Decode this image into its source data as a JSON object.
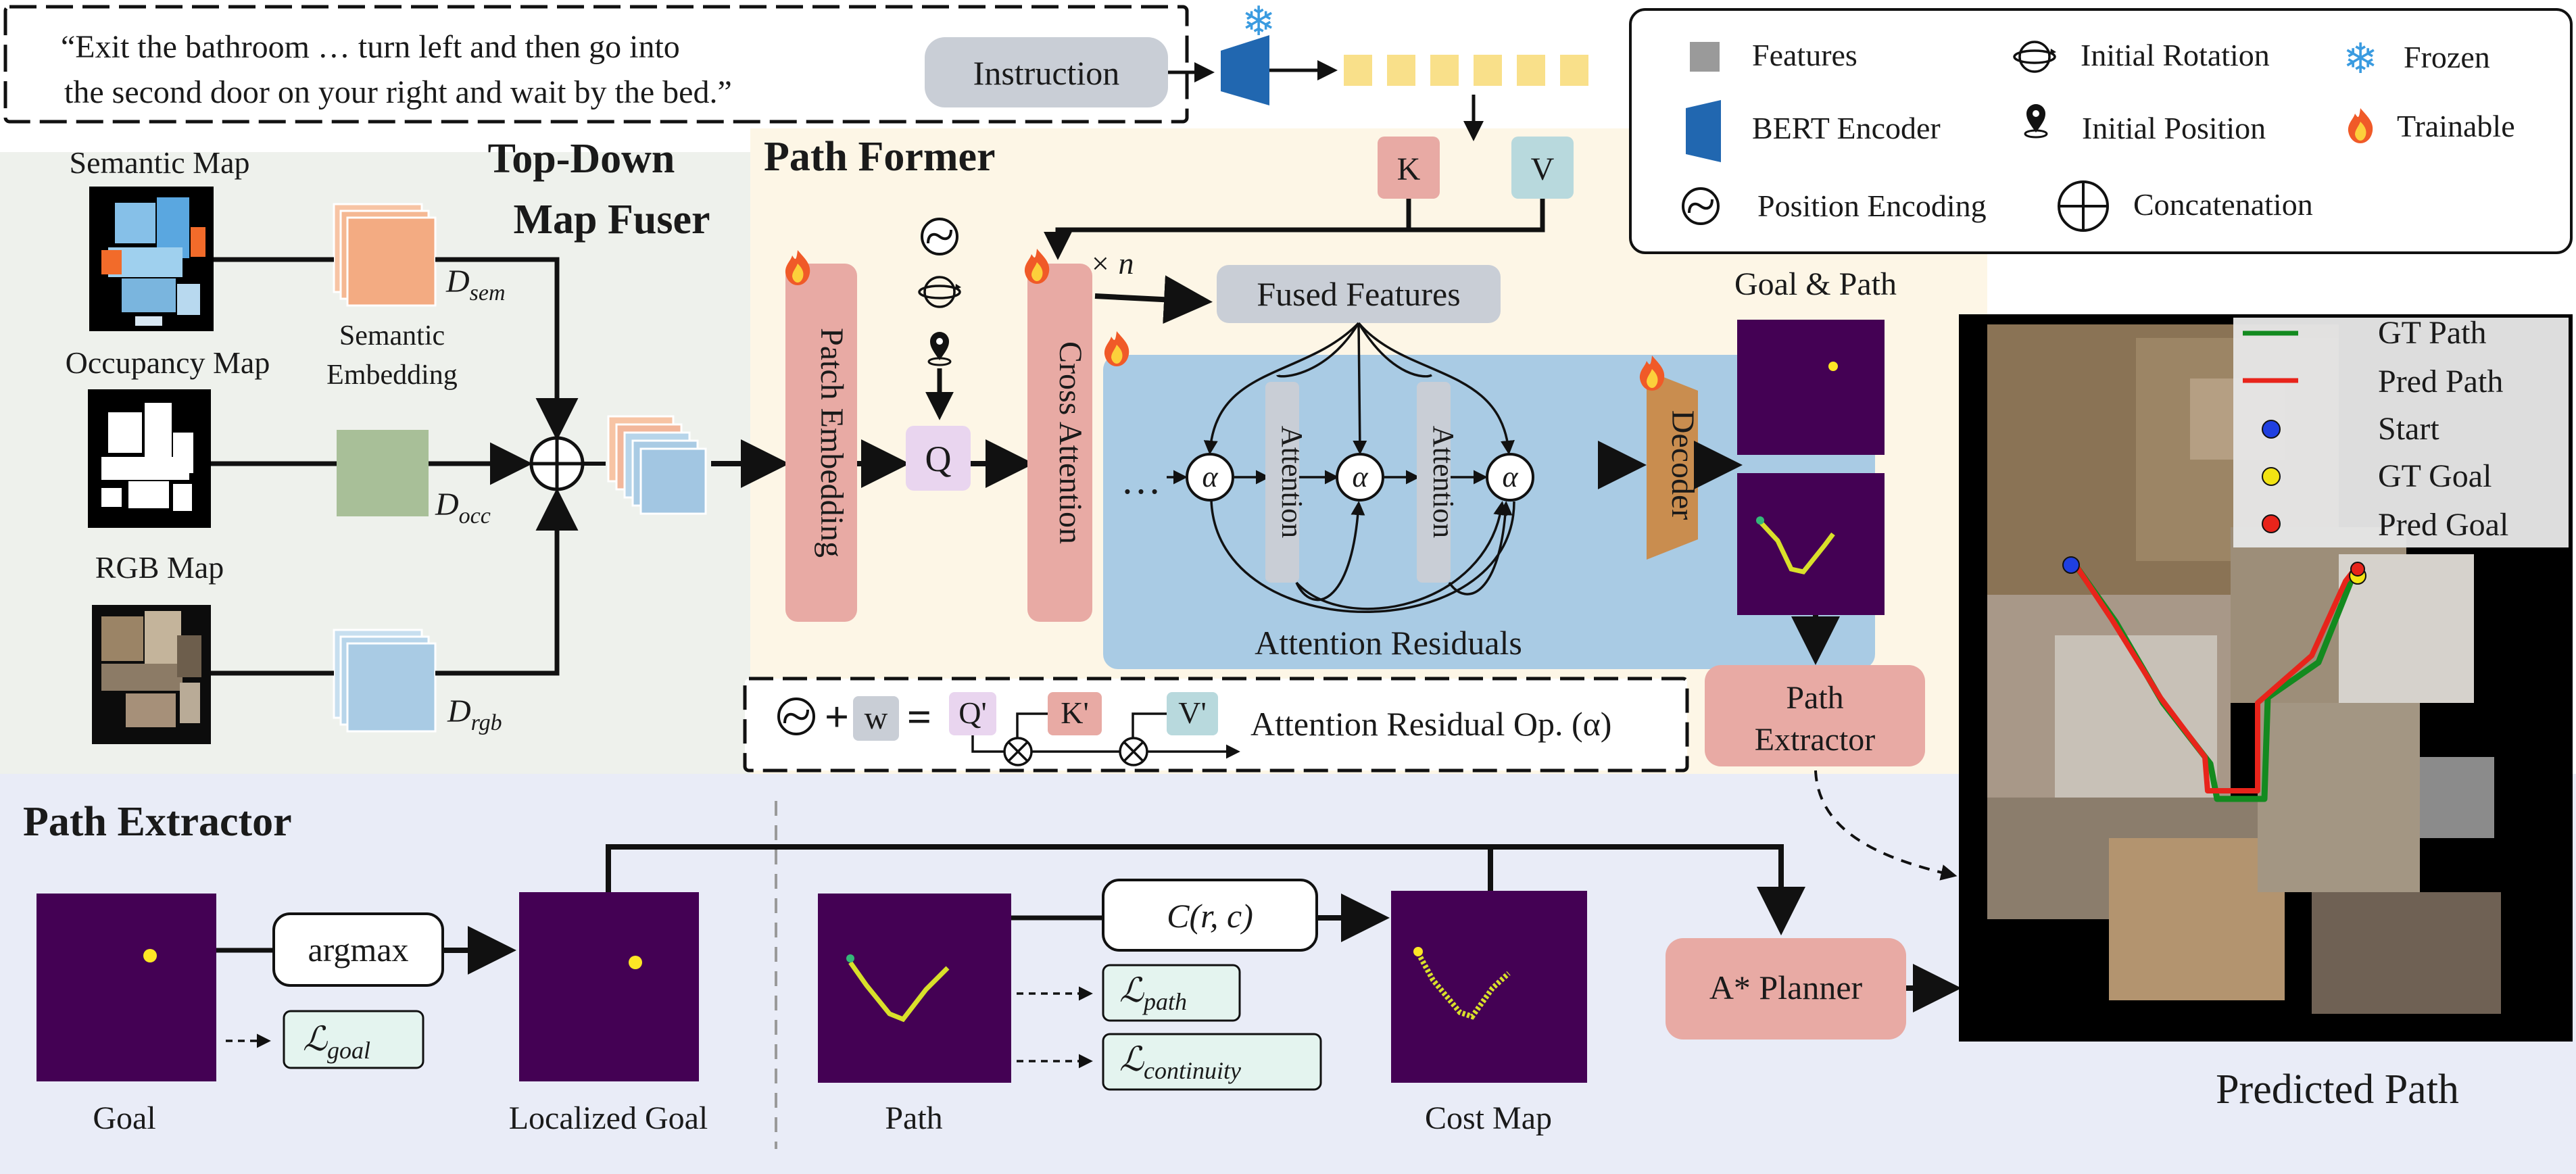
{
  "instruction": {
    "line1": "“Exit the bathroom …  turn left and then go into",
    "line2": "the second door on your right and wait by the bed.”",
    "label": "Instruction"
  },
  "legend": {
    "features": "Features",
    "initial_rotation": "Initial Rotation",
    "frozen": "Frozen",
    "bert_encoder": "BERT Encoder",
    "initial_position": "Initial Position",
    "trainable": "Trainable",
    "position_encoding": "Position Encoding",
    "concatenation": "Concatenation"
  },
  "fuser": {
    "title_line1": "Top-Down",
    "title_line2": "Map Fuser",
    "semantic_map": "Semantic Map",
    "occupancy_map": "Occupancy Map",
    "rgb_map": "RGB Map",
    "semantic_embedding_1": "Semantic",
    "semantic_embedding_2": "Embedding",
    "d_sem": "D",
    "d_sem_sub": "sem",
    "d_occ": "D",
    "d_occ_sub": "occ",
    "d_rgb": "D",
    "d_rgb_sub": "rgb"
  },
  "path_former": {
    "title": "Path Former",
    "patch_embedding": "Patch Embedding",
    "cross_attention": "Cross Attention",
    "q": "Q",
    "k": "K",
    "v": "V",
    "times_n": "× n",
    "fused_features": "Fused Features",
    "attention": "Attention",
    "alpha": "α",
    "ellipsis": "…",
    "attention_residuals": "Attention Residuals",
    "w": "w",
    "q_prime": "Q'",
    "k_prime": "K'",
    "v_prime": "V'",
    "residual_op": "Attention Residual Op. (α)",
    "decoder": "Decoder",
    "goal_path": "Goal & Path",
    "path_extractor_1": "Path",
    "path_extractor_2": "Extractor"
  },
  "extractor": {
    "title": "Path Extractor",
    "goal": "Goal",
    "argmax": "argmax",
    "l_goal": "goal",
    "localized_goal": "Localized Goal",
    "path": "Path",
    "cost_fn": "C(r, c)",
    "l_path": "path",
    "l_continuity": "continuity",
    "cost_map": "Cost Map",
    "planner": "A* Planner",
    "predicted_path": "Predicted Path"
  },
  "map_legend": {
    "gt_path": "GT Path",
    "pred_path": "Pred Path",
    "start": "Start",
    "gt_goal": "GT Goal",
    "pred_goal": "Pred Goal"
  },
  "colors": {
    "purple": "#440154",
    "yellow": "#fde725",
    "pink": "#e8aaa4",
    "blue": "#a9cbe4",
    "orange": "#f2a478",
    "green_box": "#a8bf98",
    "bert": "#2167b0",
    "token": "#f9e08a",
    "gt_path": "#138a1f",
    "pred_path": "#e8241b"
  }
}
